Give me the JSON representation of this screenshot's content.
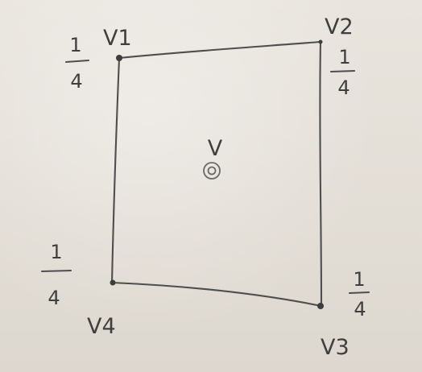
{
  "diagram": {
    "center_label": "V",
    "vertices": [
      {
        "label": "V1",
        "weight_numerator": "1",
        "weight_denominator": "4"
      },
      {
        "label": "V2",
        "weight_numerator": "1",
        "weight_denominator": "4"
      },
      {
        "label": "V3",
        "weight_numerator": "1",
        "weight_denominator": "4"
      },
      {
        "label": "V4",
        "weight_numerator": "1",
        "weight_denominator": "4"
      }
    ]
  },
  "colors": {
    "paper": "#e5e0d8",
    "ink": "#4e4e4e"
  }
}
